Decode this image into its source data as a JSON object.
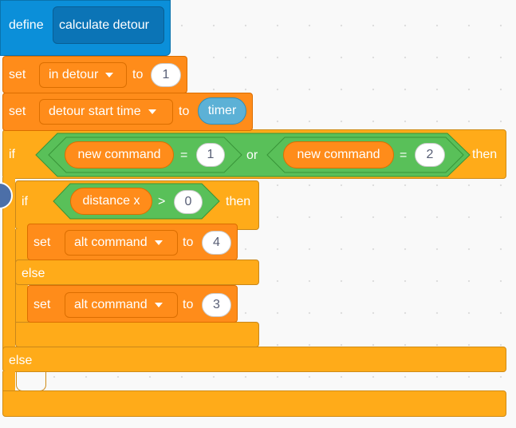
{
  "script": {
    "define": {
      "keyword": "define",
      "name": "calculate detour"
    },
    "set1": {
      "keyword": "set",
      "variable": "in detour",
      "to": "to",
      "value": "1"
    },
    "set2": {
      "keyword": "set",
      "variable": "detour start time",
      "to": "to",
      "reporter": "timer"
    },
    "if_outer": {
      "keyword": "if",
      "cond_left": {
        "variable": "new command",
        "operator": "=",
        "value": "1"
      },
      "or": "or",
      "cond_right": {
        "variable": "new command",
        "operator": "=",
        "value": "2"
      },
      "then": "then",
      "else": "else"
    },
    "if_inner": {
      "keyword": "if",
      "cond": {
        "variable": "distance x",
        "operator": ">",
        "value": "0"
      },
      "then": "then",
      "else": "else"
    },
    "set3": {
      "keyword": "set",
      "variable": "alt command",
      "to": "to",
      "value": "4"
    },
    "set4": {
      "keyword": "set",
      "variable": "alt command",
      "to": "to",
      "value": "3"
    }
  },
  "colors": {
    "my_blocks": "#0fbd8c",
    "define_block": "#0b8fd9",
    "variables": "#ff8c1a",
    "control": "#ffab19",
    "operators": "#59c059",
    "sensing": "#5cb1d6"
  }
}
